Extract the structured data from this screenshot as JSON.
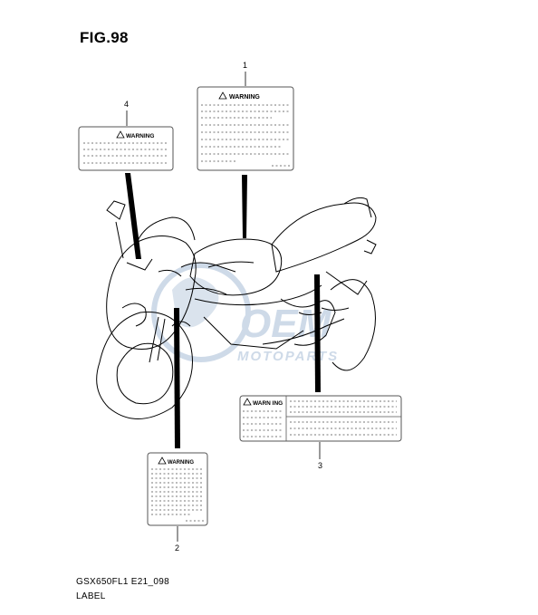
{
  "figure": {
    "title": "FIG.98",
    "model_code": "GSX650FL1 E21_098",
    "section_name": "LABEL"
  },
  "watermark": {
    "brand": "OEM",
    "sub": "MOTOPARTS"
  },
  "callouts": [
    {
      "number": "1",
      "part": "warning-label-tank"
    },
    {
      "number": "2",
      "part": "warning-label-steering"
    },
    {
      "number": "3",
      "part": "warning-label-tire"
    },
    {
      "number": "4",
      "part": "warning-label-fairing"
    }
  ],
  "labels": {
    "warning_text": "WARNING",
    "warning_text_spaced": "WARN ING"
  },
  "colors": {
    "line": "#000000",
    "watermark": "#c9d6e6",
    "label_border": "#555555"
  }
}
